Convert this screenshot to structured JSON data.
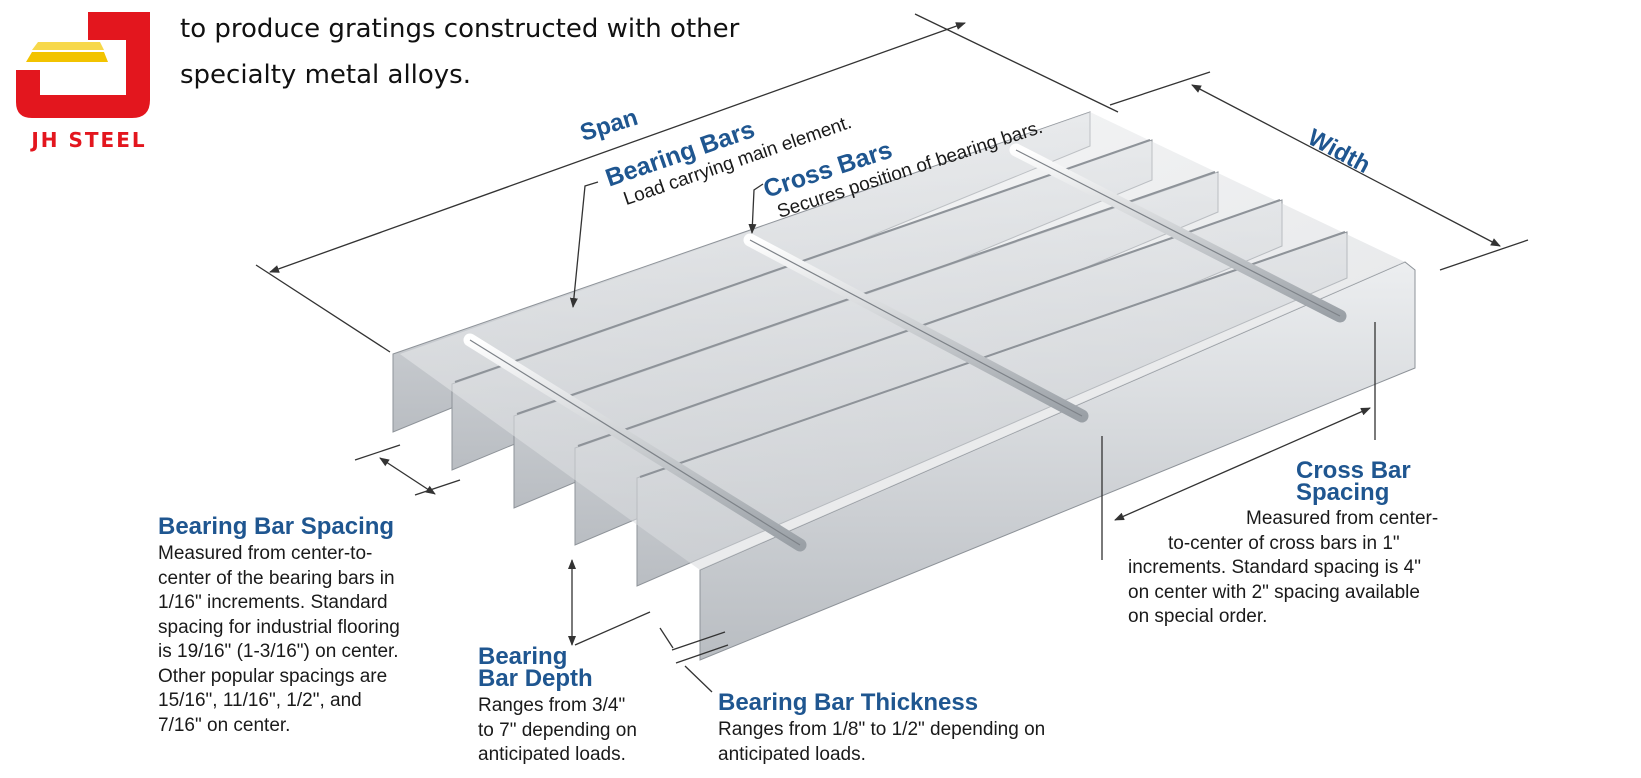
{
  "intro": {
    "line1": "to produce gratings constructed with other",
    "line2": "specialty metal alloys."
  },
  "logo": {
    "text": "JH STEEL",
    "brand_color": "#e3161e",
    "accent_color": "#f2c300"
  },
  "dimensions": {
    "span": "Span",
    "width": "Width"
  },
  "callouts": {
    "bearing_bars": {
      "title": "Bearing Bars",
      "desc": "Load carrying main element."
    },
    "cross_bars": {
      "title": "Cross Bars",
      "desc": "Secures position of bearing bars."
    },
    "bearing_bar_spacing": {
      "title": "Bearing Bar Spacing",
      "lines": [
        "Measured from center-to-",
        "center of the bearing bars in",
        "1/16\" increments.  Standard",
        "spacing for industrial flooring",
        "is 19/16\" (1-3/16\") on center.",
        "Other popular spacings are",
        "15/16\", 11/16\", 1/2\", and",
        "7/16\" on center."
      ]
    },
    "bearing_bar_depth": {
      "title_line1": "Bearing",
      "title_line2": "Bar Depth",
      "lines": [
        "Ranges from 3/4\"",
        "to 7\" depending on",
        "anticipated loads."
      ]
    },
    "bearing_bar_thickness": {
      "title": "Bearing Bar Thickness",
      "lines": [
        "Ranges from 1/8\" to 1/2\" depending on",
        "anticipated loads."
      ]
    },
    "cross_bar_spacing": {
      "title_line1": "Cross Bar",
      "title_line2": "Spacing",
      "lines": [
        "Measured from center-",
        "to-center of cross bars in 1\"",
        "increments.  Standard spacing is 4\"",
        "on center with 2\" spacing available",
        "on special order."
      ]
    }
  },
  "colors": {
    "heading": "#1f5690",
    "text": "#1a1a1a",
    "steel_light": "#e6e8ea",
    "steel_mid": "#c9ccd0",
    "steel_dark": "#9ea3a8"
  }
}
